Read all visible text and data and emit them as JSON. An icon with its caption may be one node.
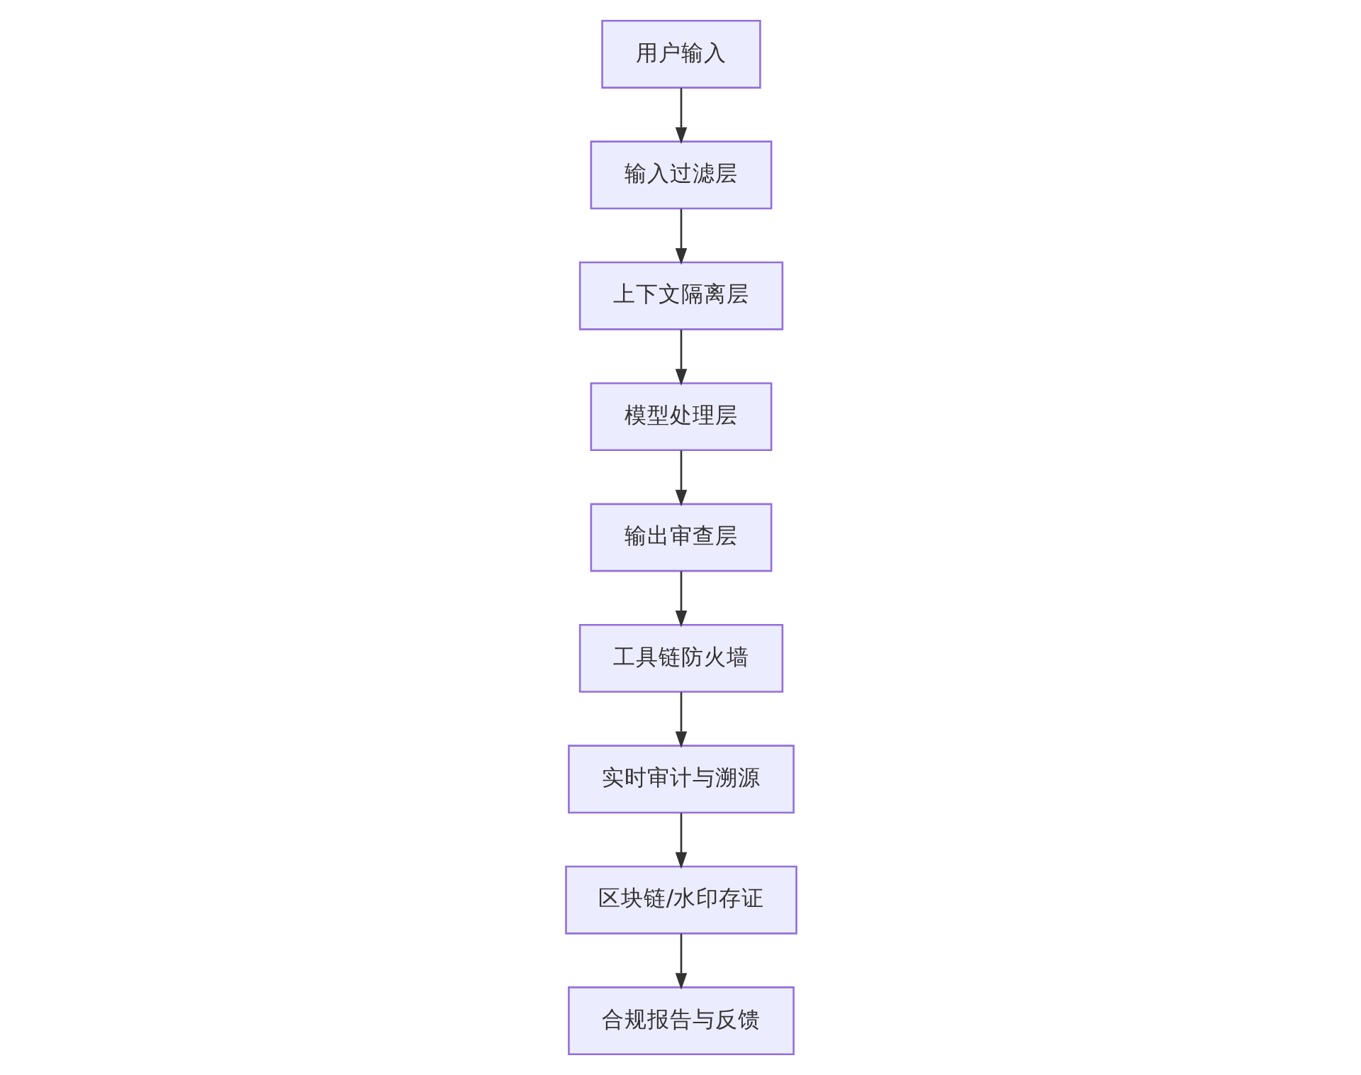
{
  "diagram": {
    "nodes": [
      {
        "text": [
          "用户输入"
        ]
      },
      {
        "text": [
          "输入过滤层"
        ]
      },
      {
        "text": [
          "上下文隔离层"
        ]
      },
      {
        "text": [
          "模型处理层"
        ]
      },
      {
        "text": [
          "输出审查层"
        ]
      },
      {
        "text": [
          "工具链防火墙"
        ]
      },
      {
        "text": [
          "实时审计与溯源"
        ]
      },
      {
        "text": [
          "区块链/水印存证"
        ]
      },
      {
        "text": [
          "合规报告与反馈"
        ]
      }
    ],
    "edges": [
      {
        "from": 0,
        "to": 1,
        "arrow": "to"
      },
      {
        "from": 1,
        "to": 2,
        "arrow": "to"
      },
      {
        "from": 2,
        "to": 3,
        "arrow": "to"
      },
      {
        "from": 3,
        "to": 4,
        "arrow": "to"
      },
      {
        "from": 4,
        "to": 5,
        "arrow": "to"
      },
      {
        "from": 5,
        "to": 6,
        "arrow": "to"
      },
      {
        "from": 6,
        "to": 7,
        "arrow": "to"
      },
      {
        "from": 7,
        "to": 8,
        "arrow": "to"
      }
    ]
  }
}
